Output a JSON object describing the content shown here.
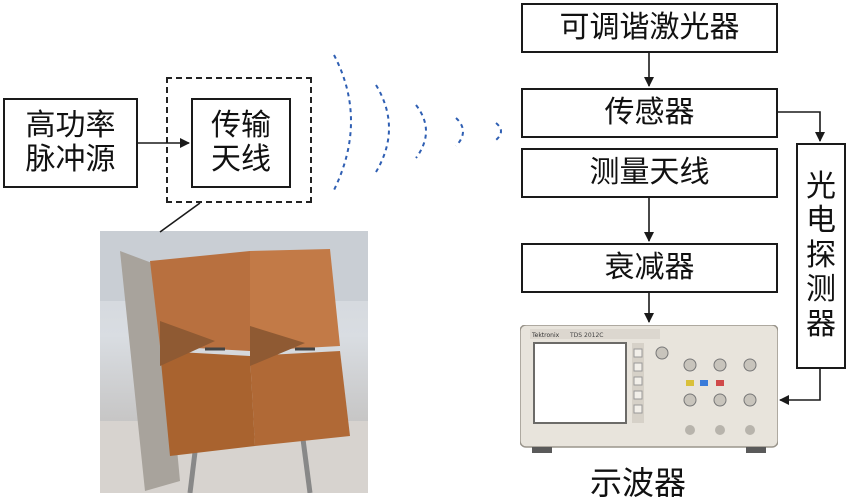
{
  "source": {
    "label_line1": "高功率",
    "label_line2": "脉冲源"
  },
  "antenna_tx": {
    "label_line1": "传输",
    "label_line2": "天线"
  },
  "laser": {
    "label": "可调谐激光器"
  },
  "sensor": {
    "label": "传感器"
  },
  "measure_antenna": {
    "label": "测量天线"
  },
  "attenuator": {
    "label": "衰减器"
  },
  "photodetector": {
    "chars": [
      "光",
      "电",
      "探",
      "测",
      "器"
    ]
  },
  "oscilloscope": {
    "caption": "示波器",
    "brand": "Tektronix",
    "model": "TDS 2012C"
  },
  "colors": {
    "wave": "#2f5fb3",
    "line": "#1a1a1a",
    "copper": "#b8703f"
  }
}
